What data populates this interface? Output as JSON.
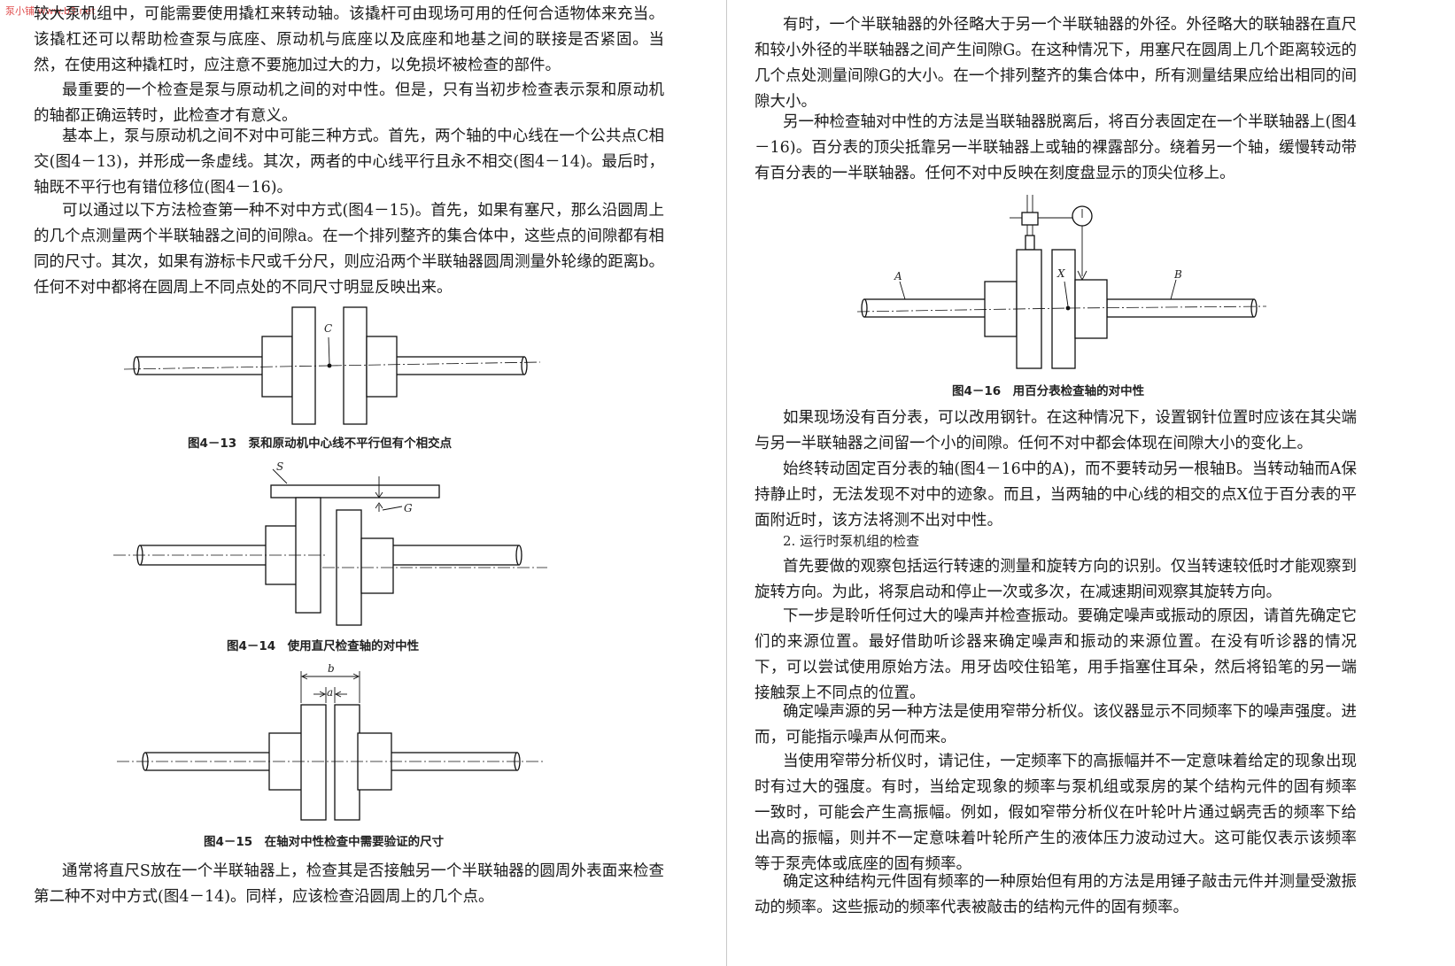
{
  "watermark": "泵小铺 www.b3.net",
  "left_page": {
    "p1": "较大泵机组中，可能需要使用撬杠来转动轴。该撬杆可由现场可用的任何合适物体来充当。该撬杠还可以帮助检查泵与底座、原动机与底座以及底座和地基之间的联接是否紧固。当然，在使用这种撬杠时，应注意不要施加过大的力，以免损坏被检查的部件。",
    "p2": "最重要的一个检查是泵与原动机之间的对中性。但是，只有当初步检查表示泵和原动机的轴都正确运转时，此检查才有意义。",
    "p3": "基本上，泵与原动机之间不对中可能三种方式。首先，两个轴的中心线在一个公共点C相交(图4－13)，并形成一条虚线。其次，两者的中心线平行且永不相交(图4－14)。最后时，轴既不平行也有错位移位(图4－16)。",
    "p4": "可以通过以下方法检查第一种不对中方式(图4－15)。首先，如果有塞尺，那么沿圆周上的几个点测量两个半联轴器之间的间隙a。在一个排列整齐的集合体中，这些点的间隙都有相同的尺寸。其次，如果有游标卡尺或千分尺，则应沿两个半联轴器圆周测量外轮缘的距离b。任何不对中都将在圆周上不同点处的不同尺寸明显反映出来。",
    "fig13_caption": "图4－13　泵和原动机中心线不平行但有个相交点",
    "fig13_label_c": "C",
    "fig14_caption": "图4－14　使用直尺检查轴的对中性",
    "fig14_label_s": "S",
    "fig14_label_g": "G",
    "fig15_caption": "图4－15　在轴对中性检查中需要验证的尺寸",
    "fig15_label_b": "b",
    "fig15_label_a": "a",
    "p5": "通常将直尺S放在一个半联轴器上，检查其是否接触另一个半联轴器的圆周外表面来检查第二种不对中方式(图4－14)。同样，应该检查沿圆周上的几个点。"
  },
  "right_page": {
    "p1": "有时，一个半联轴器的外径略大于另一个半联轴器的外径。外径略大的联轴器在直尺和较小外径的半联轴器之间产生间隙G。在这种情况下，用塞尺在圆周上几个距离较远的几个点处测量间隙G的大小。在一个排列整齐的集合体中，所有测量结果应给出相同的间隙大小。",
    "p2": "另一种检查轴对中性的方法是当联轴器脱离后，将百分表固定在一个半联轴器上(图4－16)。百分表的顶尖抵靠另一半联轴器上或轴的裸露部分。绕着另一个轴，缓慢转动带有百分表的一半联轴器。任何不对中反映在刻度盘显示的顶尖位移上。",
    "fig16_caption": "图4－16　用百分表检查轴的对中性",
    "fig16_label_a": "A",
    "fig16_label_b": "B",
    "fig16_label_x": "X",
    "p3": "如果现场没有百分表，可以改用钢针。在这种情况下，设置钢针位置时应该在其尖端与另一半联轴器之间留一个小的间隙。任何不对中都会体现在间隙大小的变化上。",
    "p4": "始终转动固定百分表的轴(图4－16中的A)，而不要转动另一根轴B。当转动轴而A保持静止时，无法发现不对中的迹象。而且，当两轴的中心线的相交的点X位于百分表的平面附近时，该方法将测不出对中性。",
    "heading": "2. 运行时泵机组的检查",
    "p5": "首先要做的观察包括运行转速的测量和旋转方向的识别。仅当转速较低时才能观察到旋转方向。为此，将泵启动和停止一次或多次，在减速期间观察其旋转方向。",
    "p6": "下一步是聆听任何过大的噪声并检查振动。要确定噪声或振动的原因，请首先确定它们的来源位置。最好借助听诊器来确定噪声和振动的来源位置。在没有听诊器的情况下，可以尝试使用原始方法。用牙齿咬住铅笔，用手指塞住耳朵，然后将铅笔的另一端接触泵上不同点的位置。",
    "p7": "确定噪声源的另一种方法是使用窄带分析仪。该仪器显示不同频率下的噪声强度。进而，可能指示噪声从何而来。",
    "p8": "当使用窄带分析仪时，请记住，一定频率下的高振幅并不一定意味着给定的现象出现时有过大的强度。有时，当给定现象的频率与泵机组或泵房的某个结构元件的固有频率一致时，可能会产生高振幅。例如，假如窄带分析仪在叶轮叶片通过蜗壳舌的频率下给出高的振幅，则并不一定意味着叶轮所产生的液体压力波动过大。这可能仅表示该频率等于泵壳体或底座的固有频率。",
    "p9": "确定这种结构元件固有频率的一种原始但有用的方法是用锤子敲击元件并测量受激振动的频率。这些振动的频率代表被敲击的结构元件的固有频率。"
  }
}
